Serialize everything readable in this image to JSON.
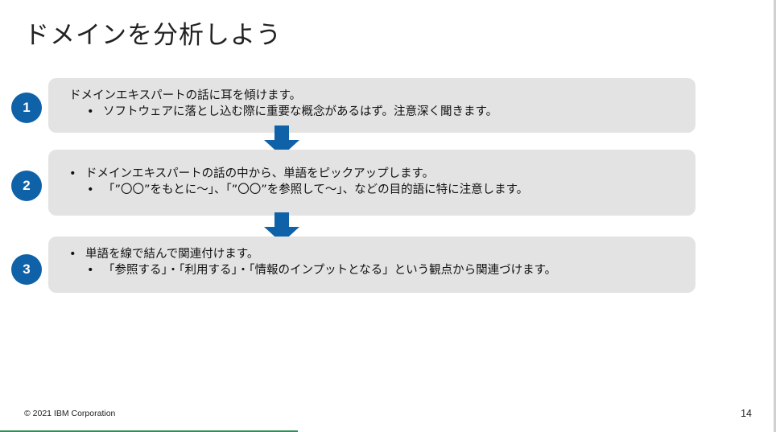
{
  "slide": {
    "title": "ドメインを分析しよう",
    "page_number": "14",
    "copyright": "© 2021 IBM Corporation"
  },
  "colors": {
    "badge": "#0f62a8",
    "arrow": "#0f62a8",
    "box": "#e3e3e3",
    "bottom_rule": "#2f8f5a"
  },
  "steps": [
    {
      "number": "1",
      "lines": [
        {
          "bullet": "",
          "text": "ドメインエキスパートの話に耳を傾けます。"
        },
        {
          "bullet": "•",
          "text": "ソフトウェアに落とし込む際に重要な概念があるはず。注意深く聞きます。"
        }
      ]
    },
    {
      "number": "2",
      "lines": [
        {
          "bullet": "•",
          "text": "ドメインエキスパートの話の中から、単語をピックアップします。"
        },
        {
          "bullet": "•",
          "text": "「”〇〇”をもとに〜」、「”〇〇”を参照して〜」、などの目的語に特に注意します。"
        }
      ]
    },
    {
      "number": "3",
      "lines": [
        {
          "bullet": "•",
          "text": "単語を線で結んで関連付けます。"
        },
        {
          "bullet": "•",
          "text": "「参照する」・「利用する」・「情報のインプットとなる」という観点から関連づけます。"
        }
      ]
    }
  ],
  "icons": {
    "arrow": "arrow-down-icon"
  }
}
